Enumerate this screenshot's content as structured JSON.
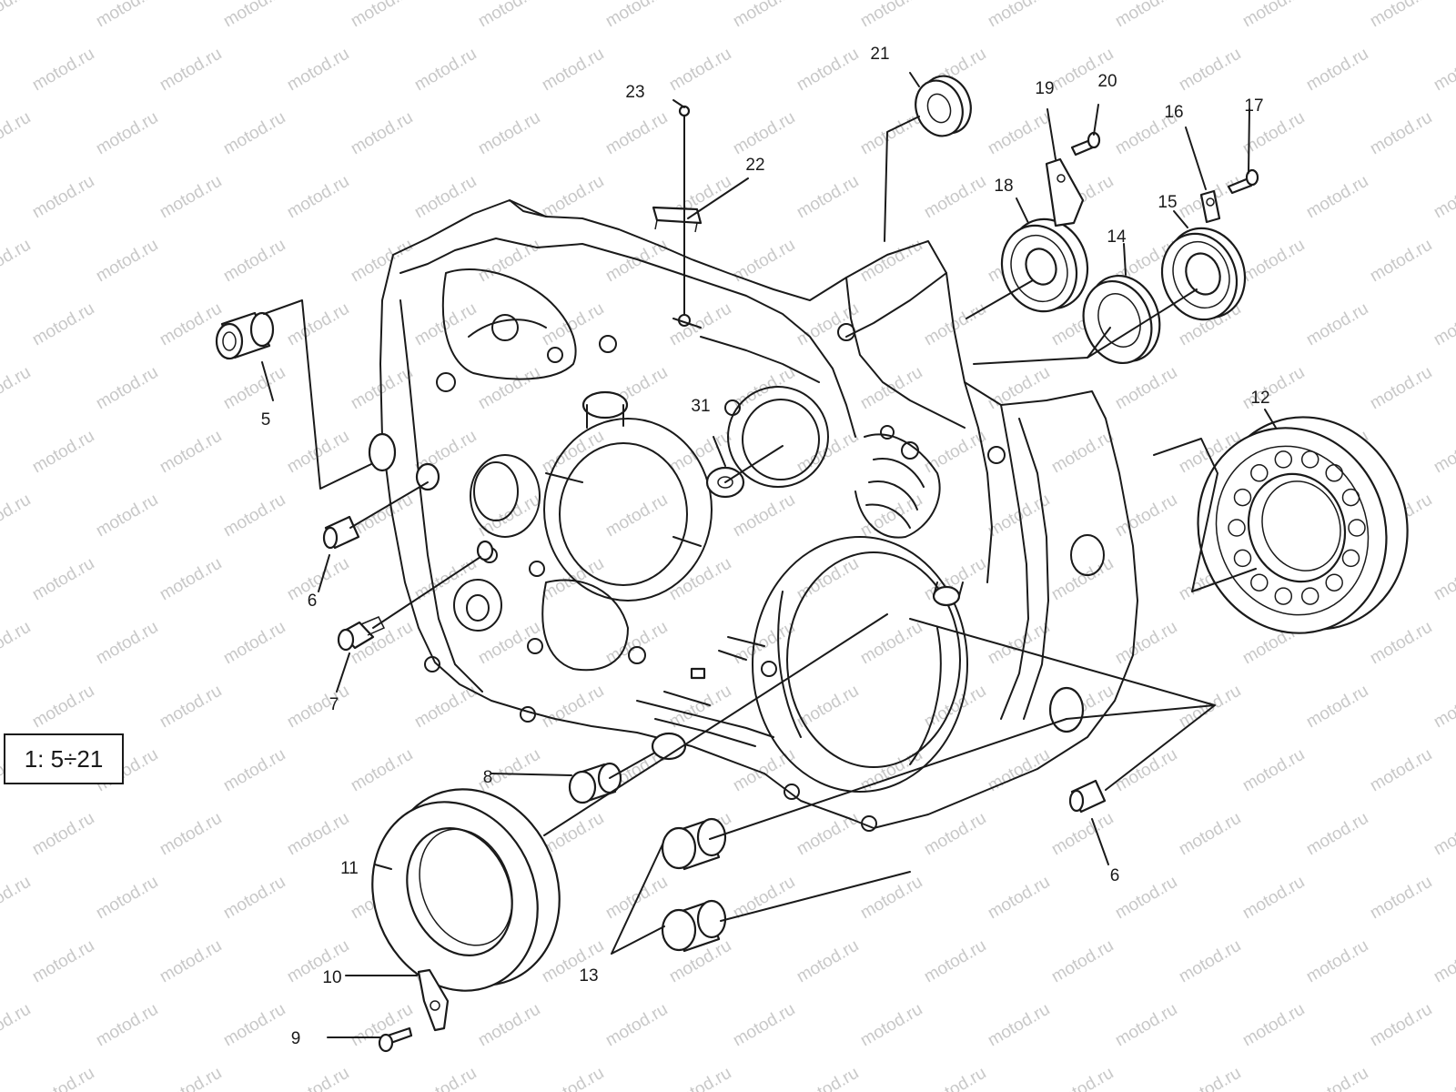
{
  "watermark": "motod.ru",
  "scale_label": "1: 5÷21",
  "callouts": {
    "c5": "5",
    "c6a": "6",
    "c6b": "6",
    "c7": "7",
    "c8": "8",
    "c9": "9",
    "c10": "10",
    "c11": "11",
    "c12": "12",
    "c13": "13",
    "c14": "14",
    "c15": "15",
    "c16": "16",
    "c17": "17",
    "c18": "18",
    "c19": "19",
    "c20": "20",
    "c21": "21",
    "c22": "22",
    "c23": "23",
    "c31": "31"
  },
  "colors": {
    "ink": "#1a1a1a",
    "watermark": "#c8c8c8",
    "background": "#ffffff"
  }
}
